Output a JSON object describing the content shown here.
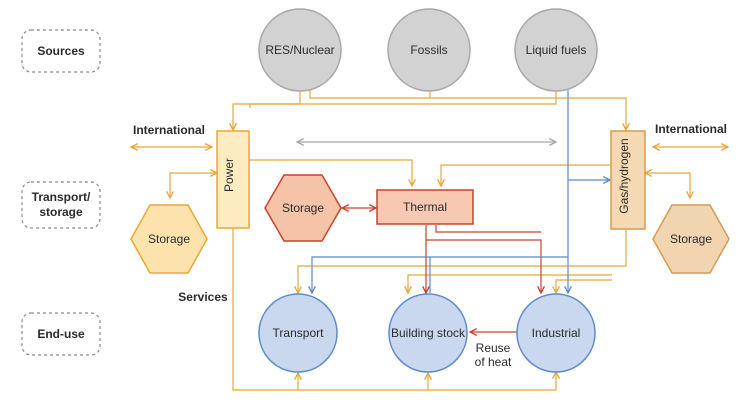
{
  "rows": {
    "sources": "Sources",
    "transport_line1": "Transport/",
    "transport_line2": "storage",
    "enduse": "End-use"
  },
  "sources": {
    "res_nuclear": "RES/Nuclear",
    "fossils": "Fossils",
    "liquid_fuels": "Liquid fuels"
  },
  "nodes": {
    "power": "Power",
    "gas_hydrogen": "Gas/hydrogen",
    "thermal": "Thermal",
    "storage_left": "Storage",
    "storage_center": "Storage",
    "storage_right": "Storage"
  },
  "enduse": {
    "transport": "Transport",
    "building_stock": "Building stock",
    "industrial": "Industrial"
  },
  "labels": {
    "international_left": "International",
    "international_right": "International",
    "services": "Services",
    "reuse_line1": "Reuse",
    "reuse_line2": "of heat"
  },
  "colors": {
    "electricity": "#E8A735",
    "heat": "#C9432C",
    "fuel": "#5B8BC8",
    "neutral": "#A8A8A8"
  }
}
